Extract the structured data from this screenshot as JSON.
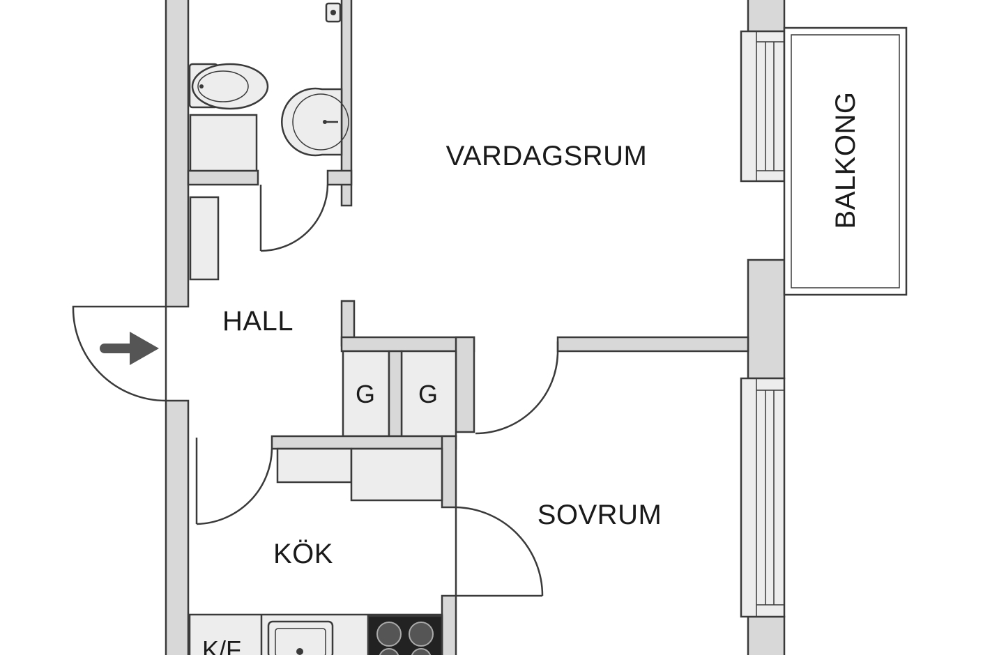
{
  "plan": {
    "rooms": {
      "living_room": "VARDAGSRUM",
      "balcony": "BALKONG",
      "hall": "HALL",
      "kitchen": "KÖK",
      "bedroom": "SOVRUM",
      "wardrobe_1": "G",
      "wardrobe_2": "G",
      "fridge_freezer": "K/F"
    },
    "colors": {
      "wall_fill": "#d8d8d8",
      "line": "#3a3a3a",
      "fixture_fill": "#ededed",
      "stove": "#222222",
      "arrow": "#555555"
    },
    "icons": [
      "entrance-arrow-icon",
      "toilet-icon",
      "sink-icon",
      "stove-icon",
      "kitchen-sink-icon"
    ]
  }
}
